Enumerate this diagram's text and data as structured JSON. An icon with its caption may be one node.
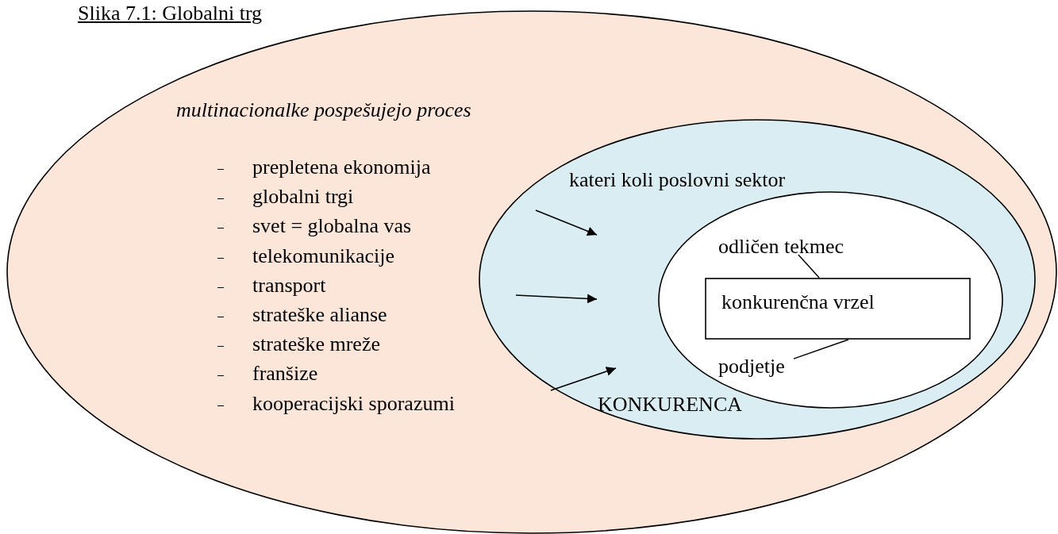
{
  "diagram": {
    "title": "Slika 7.1: Globalni trg",
    "nodes": [
      {
        "text": [
          "multinacionalke pospešujejo proces",
          "prepletena ekonomija",
          "globalni trgi",
          "svet = globalna vas",
          "telekomunikacije",
          "transport",
          "strateške alianse",
          "strateške mreže",
          "franšize",
          "kooperacijski sporazumi"
        ]
      },
      {
        "text": [
          "kateri koli poslovni sektor",
          "KONKURENCA"
        ],
        "in": 0
      },
      {
        "text": [],
        "shape": "ellipse",
        "in": 1
      },
      {
        "text": [
          "odličen tekmec"
        ],
        "in": 2
      },
      {
        "text": [
          "konkurenčna vrzel"
        ],
        "in": 2
      },
      {
        "text": [
          "podjetje"
        ],
        "in": 2
      }
    ],
    "edges": [
      {
        "from": 3,
        "to": 4,
        "arrow": "none"
      },
      {
        "from": 5,
        "to": 4,
        "arrow": "none"
      }
    ]
  }
}
